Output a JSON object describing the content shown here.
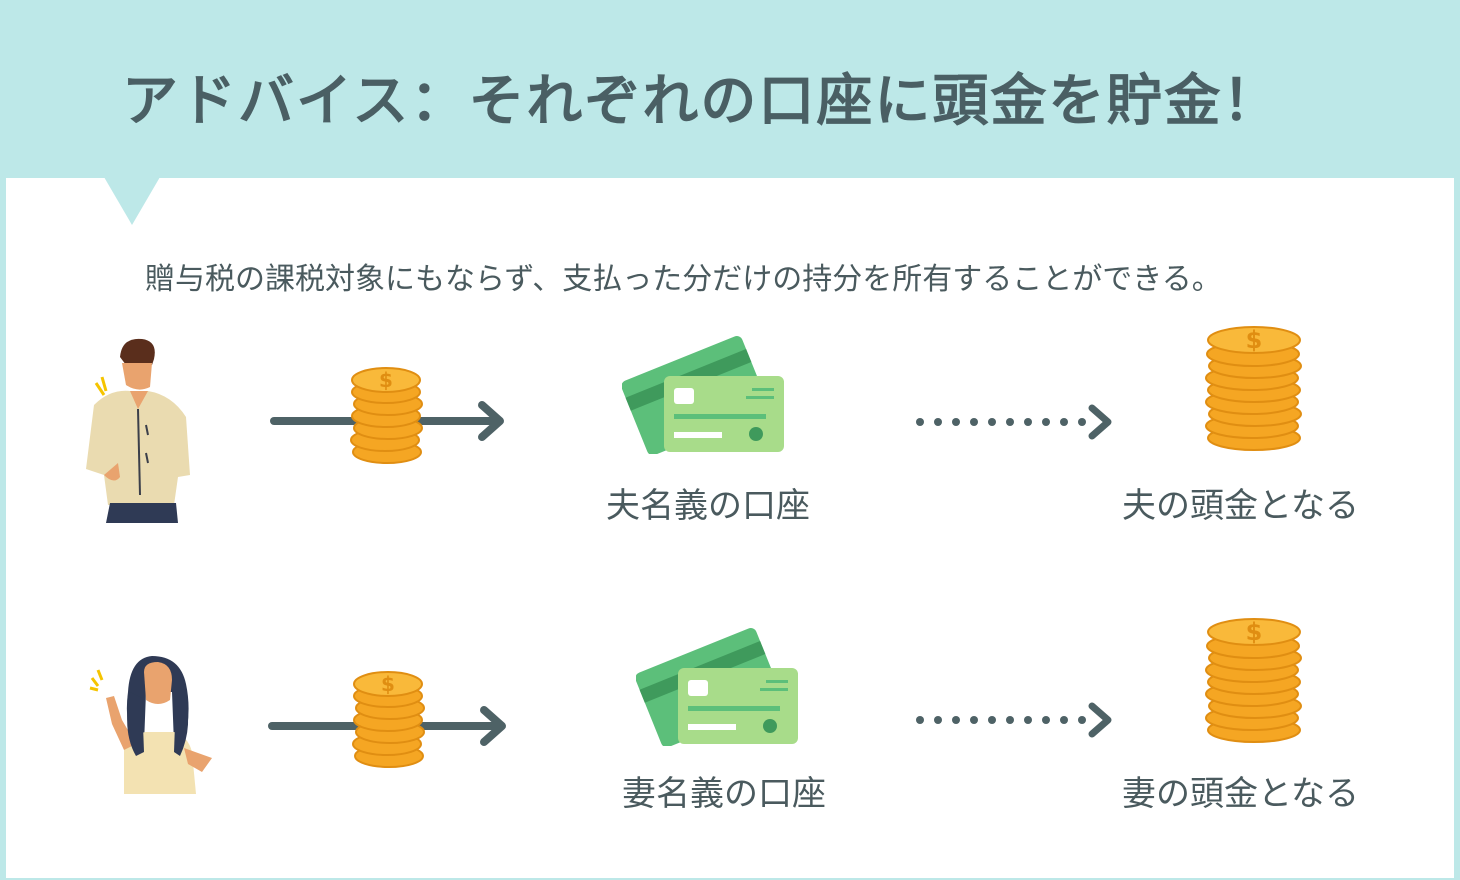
{
  "header": {
    "title": "アドバイス：それぞれの口座に頭金を貯金！"
  },
  "subtitle": "贈与税の課税対象にもならず、支払った分だけの持分を所有することができる。",
  "rows": [
    {
      "account_label": "夫名義の口座",
      "result_label": "夫の頭金となる"
    },
    {
      "account_label": "妻名義の口座",
      "result_label": "妻の頭金となる"
    }
  ],
  "colors": {
    "header_bg": "#bde8e8",
    "text": "#4a5a5e",
    "arrow": "#4e6266",
    "coin": "#f5a623",
    "card_dark": "#5cbf7a",
    "card_light": "#a8dc8a"
  },
  "icons": [
    "man-icon",
    "woman-icon",
    "coin-stack-icon",
    "bank-card-icon",
    "coin-pile-icon"
  ]
}
